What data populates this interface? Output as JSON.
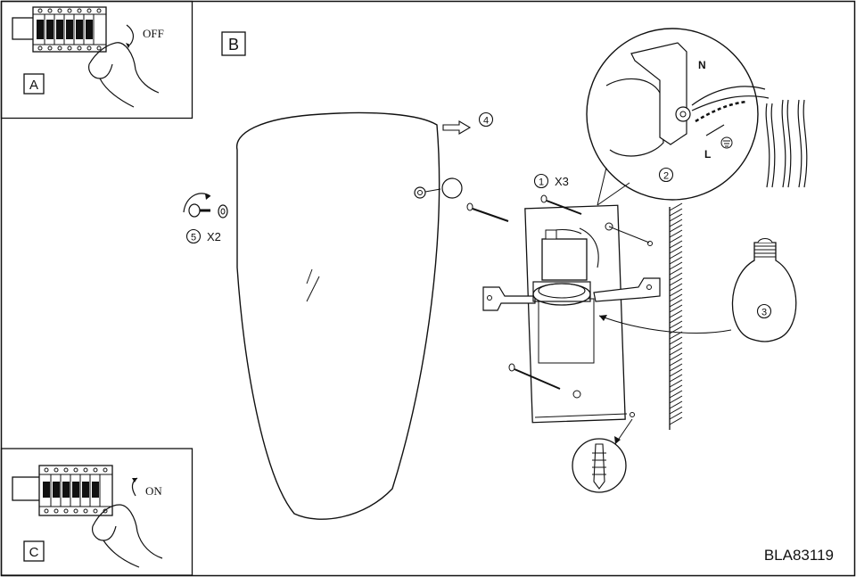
{
  "panels": {
    "a": {
      "letter": "A",
      "state_text": "OFF"
    },
    "b": {
      "letter": "B"
    },
    "c": {
      "letter": "C",
      "state_text": "ON"
    }
  },
  "steps": {
    "step1": {
      "marker": "1",
      "qty": "X3"
    },
    "step2": {
      "marker": "2"
    },
    "step3": {
      "marker": "3"
    },
    "step4": {
      "marker": "4"
    },
    "step5": {
      "marker": "5",
      "qty": "X2"
    }
  },
  "wiring": {
    "neutral": "N",
    "live": "L"
  },
  "model_code": "BLA83119"
}
